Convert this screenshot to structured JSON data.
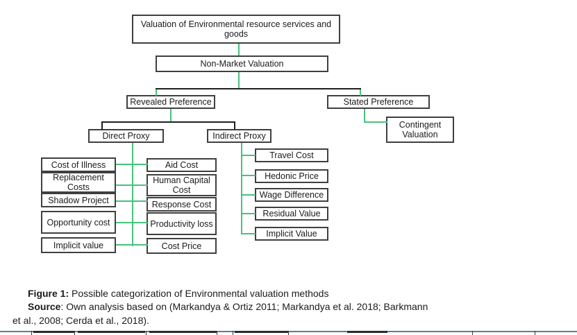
{
  "diagram": {
    "root": "Valuation of Environmental resource services and goods",
    "non_market": "Non-Market Valuation",
    "revealed": "Revealed Preference",
    "stated": "Stated Preference",
    "contingent": "Contingent Valuation",
    "direct_proxy": "Direct Proxy",
    "indirect_proxy": "Indirect Proxy",
    "direct_left": [
      "Cost of Illness",
      "Replacement Costs",
      "Shadow Project",
      "Opportunity cost",
      "Implicit value"
    ],
    "direct_right": [
      "Aid Cost",
      "Human Capital Cost",
      "Response Cost",
      "Productivity loss",
      "Cost Price"
    ],
    "indirect_children": [
      "Travel Cost",
      "Hedonic Price",
      "Wage Difference",
      "Residual Value",
      "Implicit Value"
    ]
  },
  "figure": {
    "caption_label": "Figure 1:",
    "caption_text": " Possible categorization of Environmental valuation methods",
    "source_label": "Source",
    "source_line1": ": Own analysis based on (Markandya & Ortiz 2011; Markandya et al. 2018; Barkmann",
    "source_line2": "et al., 2008; Cerda et al., 2018)."
  },
  "colors": {
    "connector_green": "#47c27d",
    "connector_black": "#1f1f1f",
    "box_border": "#3f3f3f",
    "bottom_strip_blue": "#5b7ca3"
  }
}
